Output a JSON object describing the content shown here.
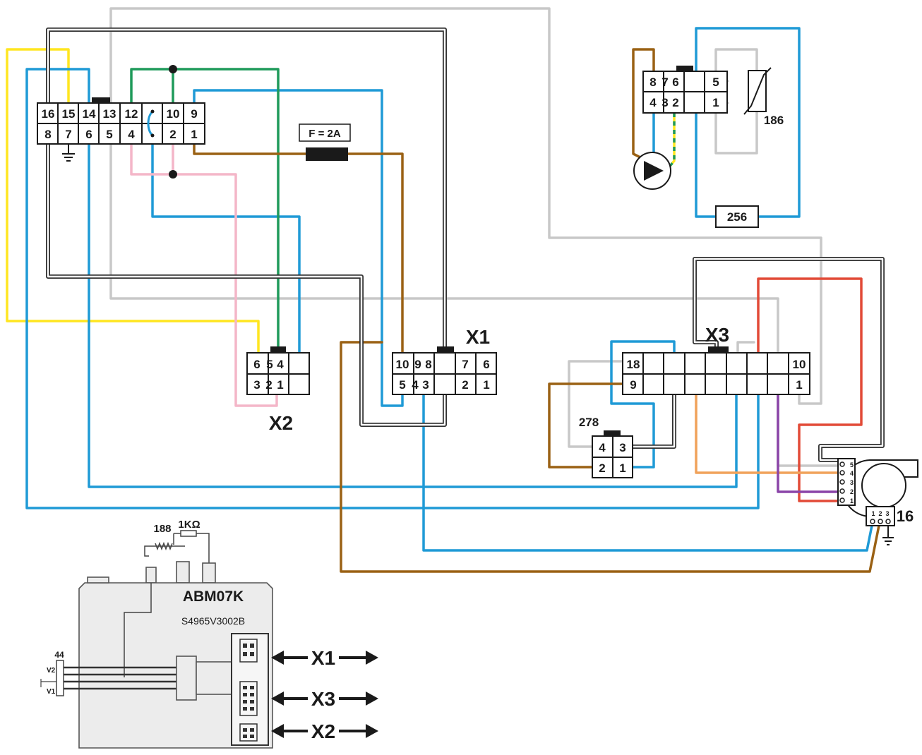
{
  "main_connector": {
    "top_pins": [
      "16",
      "15",
      "14",
      "13",
      "12",
      "",
      "10",
      "9"
    ],
    "bottom_pins": [
      "8",
      "7",
      "6",
      "5",
      "4",
      "",
      "2",
      "1"
    ]
  },
  "fuse": {
    "label": "F = 2A"
  },
  "x1": {
    "name": "X1",
    "top_pins": [
      "10",
      "9",
      "8",
      "7",
      "6"
    ],
    "bottom_pins": [
      "5",
      "4",
      "3",
      "2",
      "1"
    ]
  },
  "x2": {
    "name": "X2",
    "top_pins": [
      "6",
      "5",
      "4"
    ],
    "bottom_pins": [
      "3",
      "2",
      "1"
    ]
  },
  "x3": {
    "name": "X3",
    "top_first": "18",
    "top_last": "10",
    "bottom_first": "9",
    "bottom_last": "1"
  },
  "pump_connector": {
    "top_pins": [
      "8",
      "7",
      "6",
      "5"
    ],
    "bottom_pins": [
      "4",
      "3",
      "2",
      "1"
    ]
  },
  "components": {
    "sensor_186": "186",
    "block_256": "256",
    "connector_278": "278",
    "fan_16": "16",
    "electrode_188": "188",
    "resistor": "1KΩ"
  },
  "connector_278_pins": {
    "top": [
      "4",
      "3"
    ],
    "bottom": [
      "2",
      "1"
    ]
  },
  "fan_pins": {
    "side": [
      "5",
      "4",
      "3",
      "2",
      "1"
    ],
    "bottom": [
      "1",
      "2",
      "3"
    ]
  },
  "module": {
    "name": "ABM07K",
    "part_number": "S4965V3002B",
    "connector_44": "44",
    "v2": "V2",
    "v1": "V1"
  },
  "arrows": {
    "x1": "X1",
    "x3": "X3",
    "x2": "X2"
  },
  "colors": {
    "gray": "#c8c8c8",
    "blue": "#1f9ad6",
    "brown": "#9a6114",
    "yellow": "#ffe620",
    "green": "#1e9a5a",
    "pink": "#f4b6c8",
    "red": "#e24a37",
    "orange": "#f0a25a",
    "purple": "#8a44a8",
    "black": "#1a1a1a"
  }
}
